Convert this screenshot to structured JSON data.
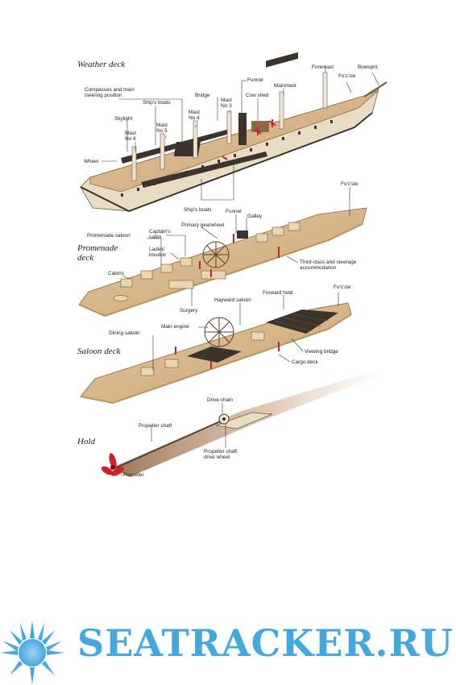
{
  "decks": {
    "weather": "Weather deck",
    "promenade": "Promenade\ndeck",
    "saloon": "Saloon deck",
    "hold": "Hold"
  },
  "labels": {
    "foremast": "Foremast",
    "bowsprit": "Bowsprit",
    "fcsle_weather": "Fo'c'sle",
    "funnel_weather": "Funnel",
    "mainmast": "Mainmast",
    "mast3": "Mast\nNo 3",
    "cow_shed": "Cow shed",
    "bridge": "Bridge",
    "compasses": "Compasses and main\nsteering position",
    "ships_boats_top": "Ship's boats",
    "mast4": "Mast\nNo 4",
    "skylight": "Skylight",
    "mast5": "Mast\nNo 5",
    "mast6": "Mast\nNo 6",
    "wheel": "Wheel",
    "ships_boats_bottom": "Ship's boats",
    "fcsle_promenade": "Fo'c'sle",
    "funnel_promenade": "Funnel",
    "galley": "Galley",
    "primary_gearwheel": "Primary gearwheel",
    "captains_cabin": "Captain's\ncabin",
    "promenade_saloon": "Promenade saloon",
    "ladies_boudoir": "Ladies'\nboudoir",
    "third_class": "Third-class and steerage\naccommodation",
    "cabins": "Cabins",
    "surgery": "Surgery",
    "hayward_saloon": "Hayward saloon",
    "forward_hold": "Forward hold",
    "fcsle_saloon": "Fo'c'sle",
    "main_engine": "Main engine",
    "dining_saloon": "Dining saloon",
    "viewing_bridge": "Viewing bridge",
    "cargo_deck": "Cargo deck",
    "drive_chain": "Drive chain",
    "propeller_shaft": "Propeller shaft",
    "propellor_shaft_drive_wheel": "Propellor shaft\ndrive wheel",
    "propeller": "Propeller"
  },
  "watermark": {
    "text": "SEATRACKER.RU"
  },
  "colors": {
    "deck": "#d9b98e",
    "deck_edge": "#b8935f",
    "hull_dark": "#3b342c",
    "leader": "#333333",
    "accent_red": "#d0202a",
    "watermark": "#44a8e0"
  }
}
